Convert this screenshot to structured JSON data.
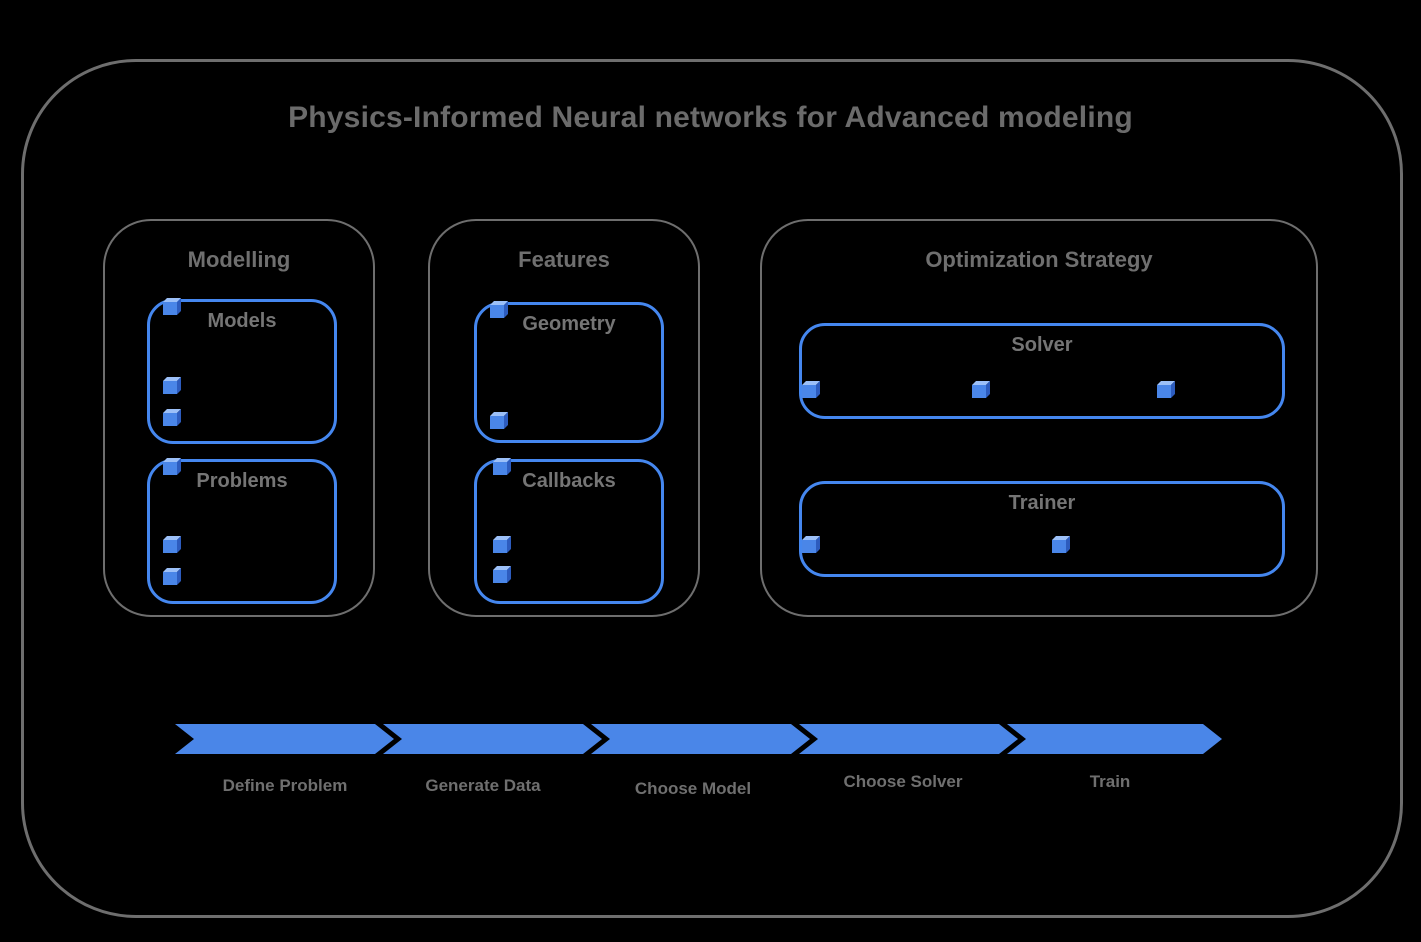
{
  "title": "Physics-Informed Neural networks for Advanced modeling",
  "colors": {
    "background": "#000000",
    "frame_gray": "#6e6e6e",
    "text_gray": "#6b6b6b",
    "accent_blue": "#4a86e8",
    "group_border_blue": "#4587ef",
    "cube_top_blue": "#9cc0f8",
    "cube_side_blue": "#2d5cbe"
  },
  "sections": {
    "modelling": {
      "label": "Modelling",
      "groups": {
        "models": {
          "label": "Models",
          "item_count": 3
        },
        "problems": {
          "label": "Problems",
          "item_count": 3
        }
      }
    },
    "features": {
      "label": "Features",
      "groups": {
        "geometry": {
          "label": "Geometry",
          "item_count": 2
        },
        "callbacks": {
          "label": "Callbacks",
          "item_count": 3
        }
      }
    },
    "optimization": {
      "label": "Optimization Strategy",
      "groups": {
        "solver": {
          "label": "Solver",
          "item_count": 3
        },
        "trainer": {
          "label": "Trainer",
          "item_count": 2
        }
      }
    }
  },
  "flow": {
    "steps": [
      {
        "label": "Define Problem"
      },
      {
        "label": "Generate Data"
      },
      {
        "label": "Choose Model"
      },
      {
        "label": "Choose Solver"
      },
      {
        "label": "Train"
      }
    ]
  }
}
